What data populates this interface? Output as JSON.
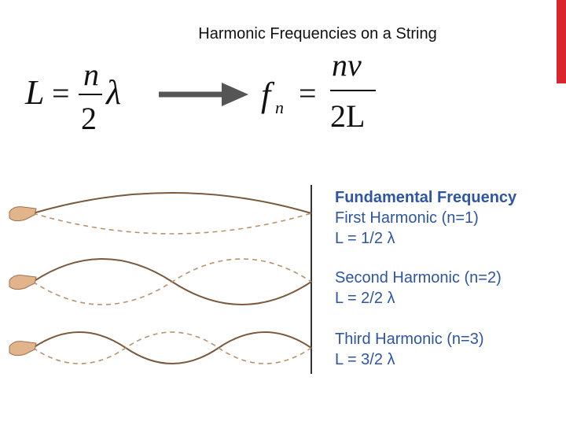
{
  "title": "Harmonic Frequencies on a String",
  "formula_left": {
    "lhs": "L",
    "eq": "=",
    "num": "n",
    "den": "2",
    "tail": "λ"
  },
  "formula_right": {
    "lhs": "f",
    "sub": "n",
    "eq": "=",
    "num": "nv",
    "den": "2L"
  },
  "colors": {
    "caption": "#2e55a2",
    "arrow": "#555555",
    "accent_bar": "#d9262c",
    "string": "#7a5a3e"
  },
  "harmonics": [
    {
      "heading": "Fundamental Frequency",
      "line1": "First Harmonic (n=1)",
      "line2": "L = 1/2 λ"
    },
    {
      "line1": "Second Harmonic (n=2)",
      "line2": "L = 2/2 λ"
    },
    {
      "line1": "Third Harmonic (n=3)",
      "line2": "L = 3/2 λ"
    }
  ]
}
